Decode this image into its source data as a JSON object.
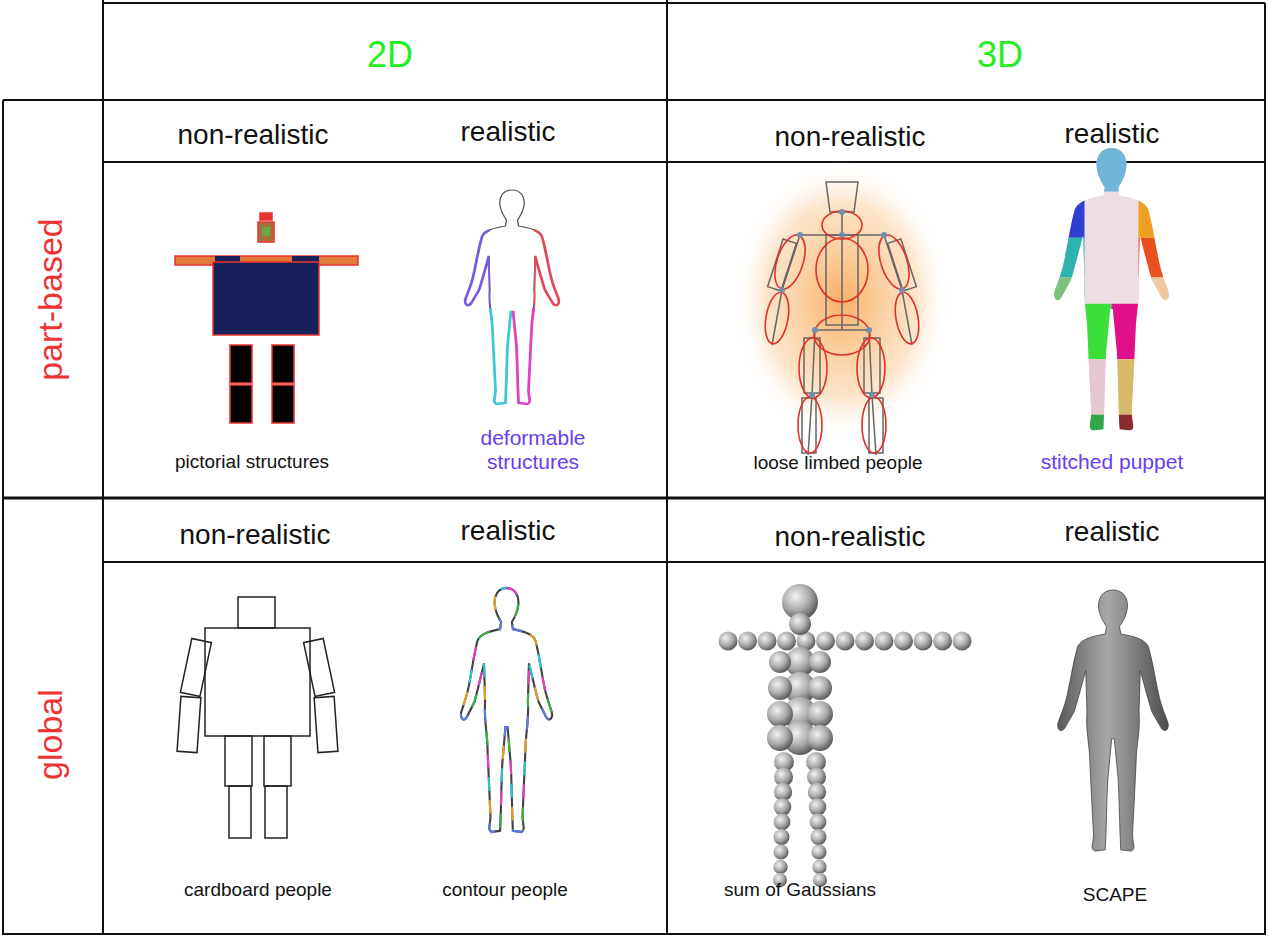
{
  "diagram": {
    "labels": [
      "2D",
      "3D",
      "part-based",
      "non-realistic",
      "realistic",
      "non-realistic",
      "realistic",
      "pictorial structures",
      "deformable structures",
      "loose limbed people",
      "stitched puppet",
      "global",
      "non-realistic",
      "realistic",
      "non-realistic",
      "realistic",
      "cardboard people",
      "contour people",
      "sum of Gaussians",
      "SCAPE"
    ]
  }
}
